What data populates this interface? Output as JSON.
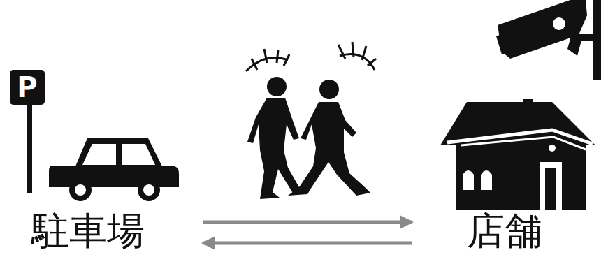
{
  "diagram": {
    "nodes": [
      {
        "text": [
          "駐車場"
        ]
      },
      {
        "text": [
          "店舗"
        ]
      }
    ],
    "edges": [
      {
        "from": 0,
        "to": 1,
        "arrow": "to"
      },
      {
        "from": 1,
        "to": 0,
        "arrow": "to"
      }
    ],
    "labels": [
      "P"
    ]
  }
}
